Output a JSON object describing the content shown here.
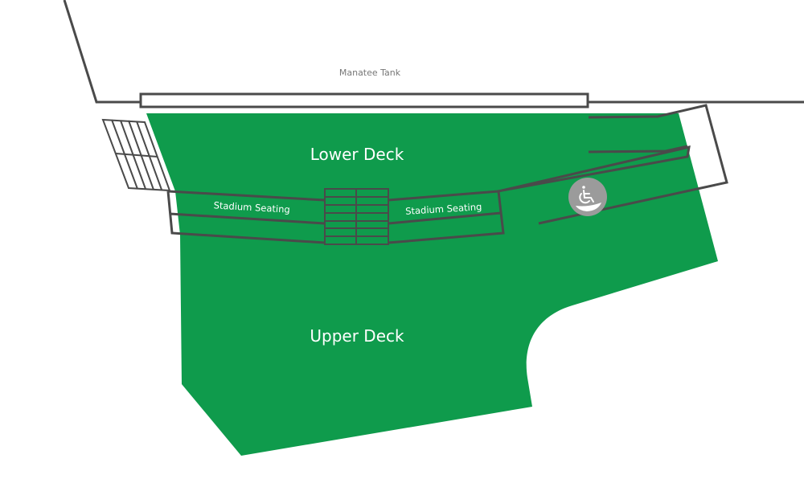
{
  "map": {
    "landmarks": {
      "tank_label": "Manatee Tank"
    },
    "areas": {
      "lower_deck": "Lower Deck",
      "upper_deck": "Upper Deck",
      "seating_left": "Stadium Seating",
      "seating_right": "Stadium Seating"
    },
    "icons": {
      "accessibility": "wheelchair-accessible-icon"
    },
    "colors": {
      "deck_fill": "#0f9b4c",
      "outline": "#4a4a4a",
      "bleachers_fill": "#e6e6e6",
      "accessibility_badge": "#9b9b9b",
      "tank_label": "#777777"
    }
  }
}
